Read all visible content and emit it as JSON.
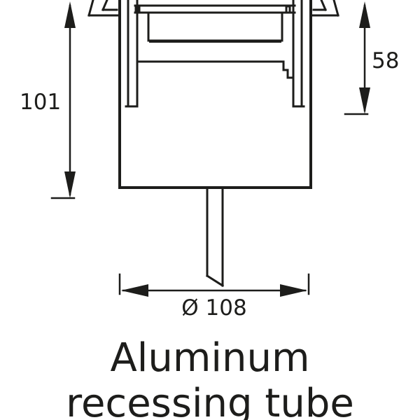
{
  "dimensions": {
    "height_total": "101",
    "height_inner": "58",
    "diameter": "Ø 108"
  },
  "caption": {
    "line1": "Aluminum",
    "line2": "recessing tube"
  },
  "colors": {
    "ink": "#1d1d1b",
    "background": "#ffffff"
  }
}
